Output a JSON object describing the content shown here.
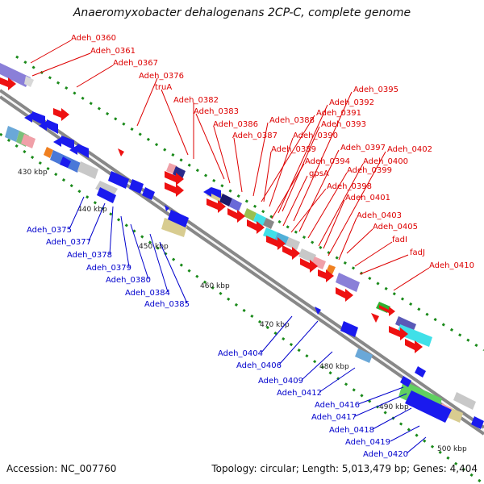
{
  "title": "Anaeromyxobacter dehalogenans 2CP-C, complete genome",
  "accession": "Accession: NC_007760",
  "topology": "Topology: circular; Length: 5,013,479 bp; Genes: 4,404",
  "colors": {
    "top_labels": "#dd0000",
    "bottom_labels": "#0000cc",
    "backbone": "#8a8a8a",
    "ticks": "#1a8a1a"
  },
  "kbp_ticks": [
    "430 kbp",
    "440 kbp",
    "450 kbp",
    "460 kbp",
    "470 kbp",
    "480 kbp",
    "490 kbp",
    "500 kbp"
  ],
  "top_labels": [
    "Adeh_0360",
    "Adeh_0361",
    "Adeh_0367",
    "Adeh_0376",
    "truA",
    "Adeh_0382",
    "Adeh_0383",
    "Adeh_0386",
    "Adeh_0387",
    "Adeh_0388",
    "Adeh_0389",
    "Adeh_0390",
    "Adeh_0391",
    "Adeh_0392",
    "Adeh_0393",
    "Adeh_0394",
    "Adeh_0395",
    "gpsA",
    "Adeh_0397",
    "Adeh_0398",
    "Adeh_0399",
    "Adeh_0400",
    "Adeh_0401",
    "Adeh_0402",
    "Adeh_0403",
    "Adeh_0405",
    "fadI",
    "fadJ",
    "Adeh_0410"
  ],
  "bottom_labels": [
    "Adeh_0375",
    "Adeh_0377",
    "Adeh_0378",
    "Adeh_0379",
    "Adeh_0380",
    "Adeh_0384",
    "Adeh_0385",
    "Adeh_0404",
    "Adeh_0406",
    "Adeh_0409",
    "Adeh_0412",
    "Adeh_0416",
    "Adeh_0417",
    "Adeh_0418",
    "Adeh_0419",
    "Adeh_0420"
  ]
}
